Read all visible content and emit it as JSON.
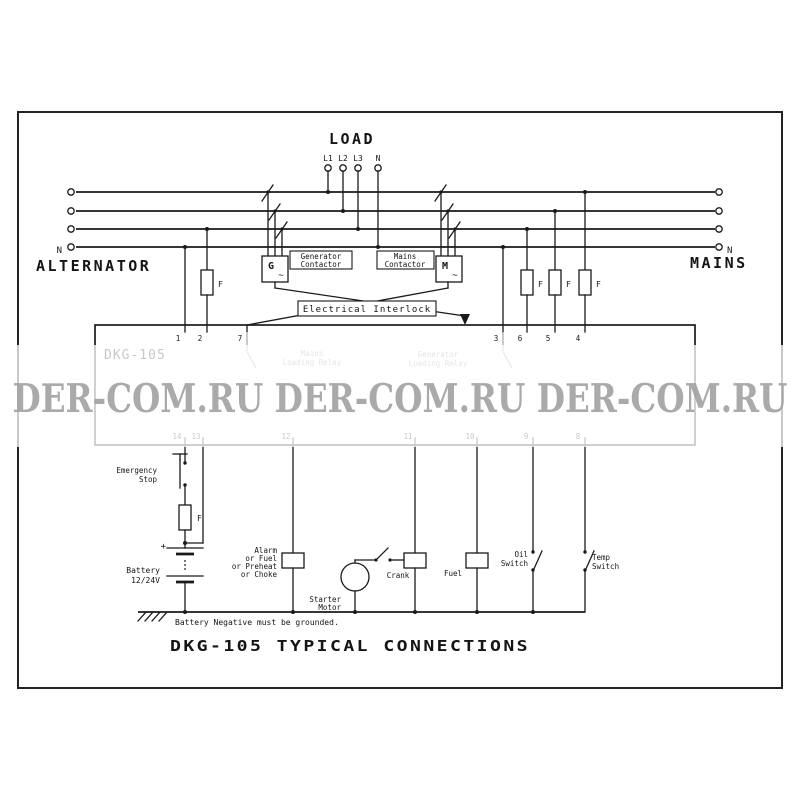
{
  "title": "DKG-105 TYPICAL CONNECTIONS",
  "watermark": "DER-COM.RU DER-COM.RU DER-COM.RU",
  "colors": {
    "line": "#1a1a1a",
    "watermark": "#a3a3a3"
  },
  "top": {
    "load": "LOAD",
    "phases": [
      "L1",
      "L2",
      "L3",
      "N"
    ],
    "alternator": "ALTERNATOR",
    "mains": "MAINS",
    "n_left": "N",
    "n_right": "N"
  },
  "contactors": {
    "generator_box": "G",
    "mains_box": "M",
    "tilde": "~",
    "generator_label": [
      "Generator",
      "Contactor"
    ],
    "mains_label": [
      "Mains",
      "Contactor"
    ],
    "interlock": "Electrical Interlock"
  },
  "controller": {
    "name": "DKG-105",
    "top_terminals": [
      "1",
      "2",
      "7",
      "3",
      "6",
      "5",
      "4"
    ],
    "bottom_terminals": [
      "14",
      "13",
      "12",
      "11",
      "10",
      "9",
      "8"
    ],
    "relay_left": [
      "Mains",
      "Loading Relay"
    ],
    "relay_right": [
      "Generator",
      "Loading Relay"
    ]
  },
  "fuse": "F",
  "bottom": {
    "emergency_stop": [
      "Emergency",
      "Stop"
    ],
    "battery": [
      "Battery",
      "12/24V"
    ],
    "battery_plus": "+",
    "alarm": [
      "Alarm",
      "or Fuel",
      "or Preheat",
      "or Choke"
    ],
    "starter": [
      "Starter",
      "Motor"
    ],
    "crank": "Crank",
    "fuel": "Fuel",
    "oil_switch": [
      "Oil",
      "Switch"
    ],
    "temp_switch": [
      "Temp",
      "Switch"
    ],
    "ground_note": "Battery Negative must be grounded."
  }
}
